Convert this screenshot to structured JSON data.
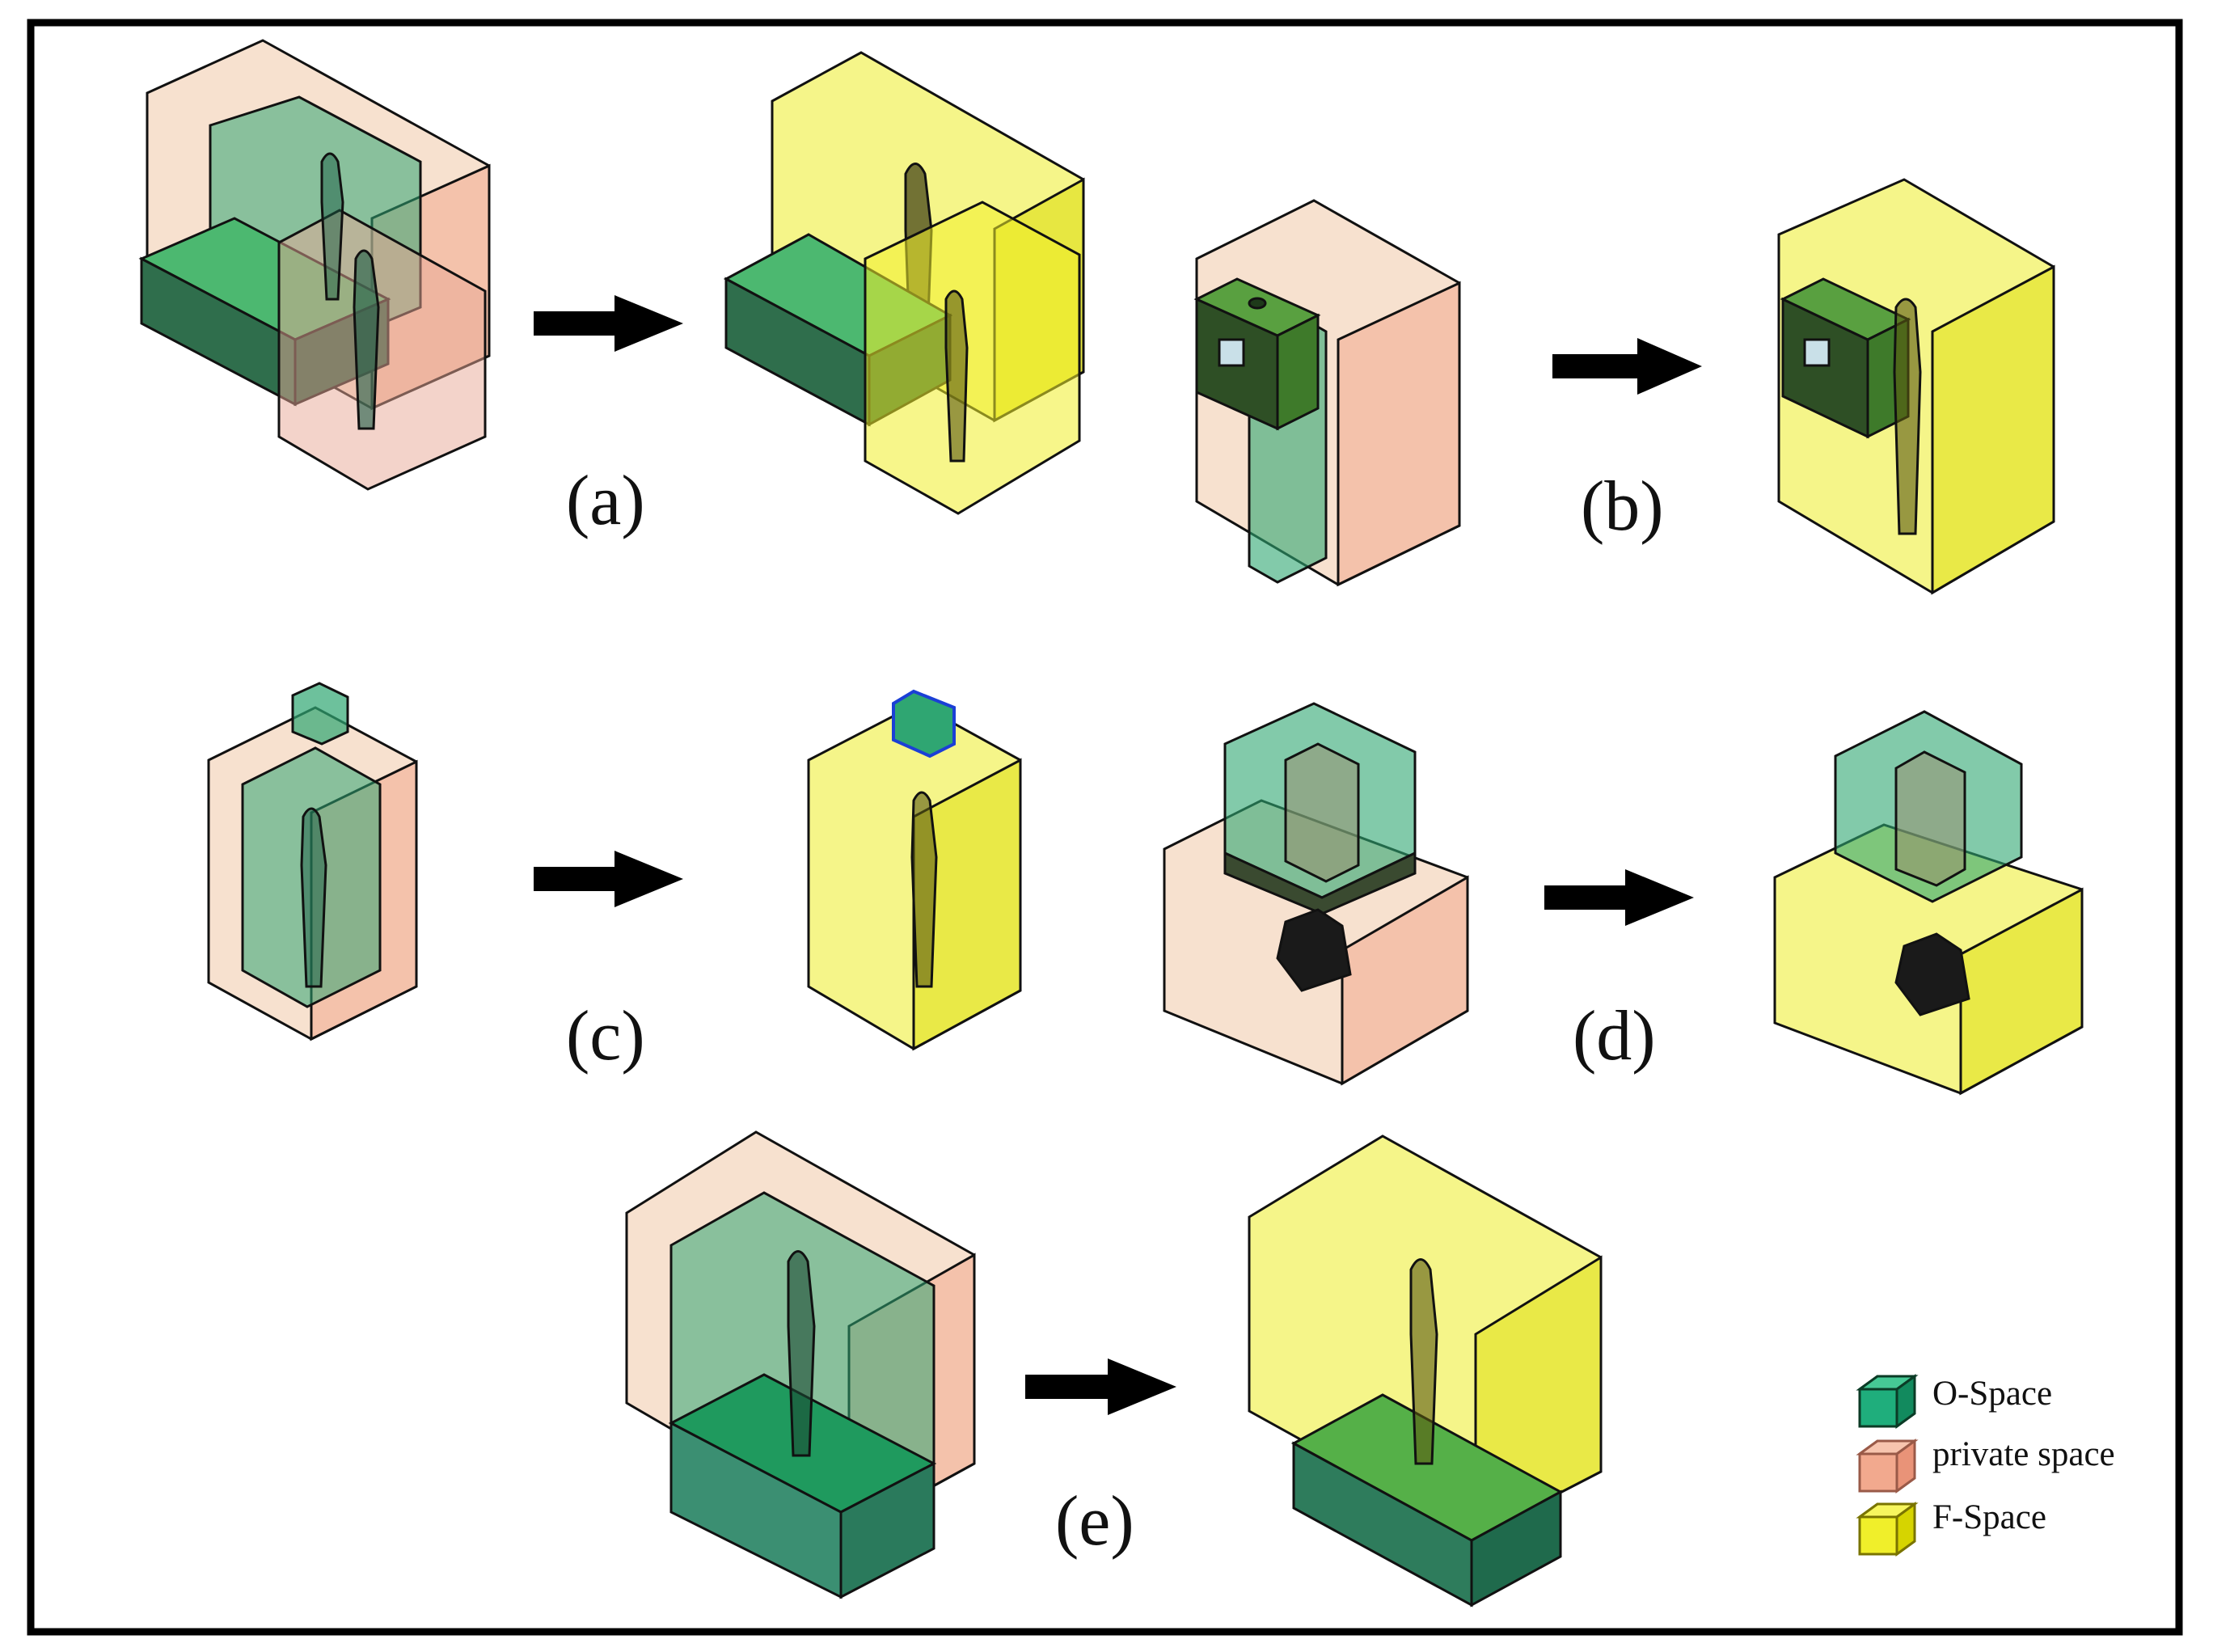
{
  "panels": [
    {
      "id": "a",
      "label": "(a)"
    },
    {
      "id": "b",
      "label": "(b)"
    },
    {
      "id": "c",
      "label": "(c)"
    },
    {
      "id": "d",
      "label": "(d)"
    },
    {
      "id": "e",
      "label": "(e)"
    }
  ],
  "legend": {
    "items": [
      {
        "label": "O-Space",
        "color": "#1fae7c"
      },
      {
        "label": "private space",
        "color": "#f2a98e"
      },
      {
        "label": "F-Space",
        "color": "#f0ef2a"
      }
    ]
  },
  "colors": {
    "o_space": "#2fa672",
    "private_space": "#f0b79a",
    "f_space": "#eeee3a",
    "outline": "#111111",
    "arrow": "#000000"
  }
}
